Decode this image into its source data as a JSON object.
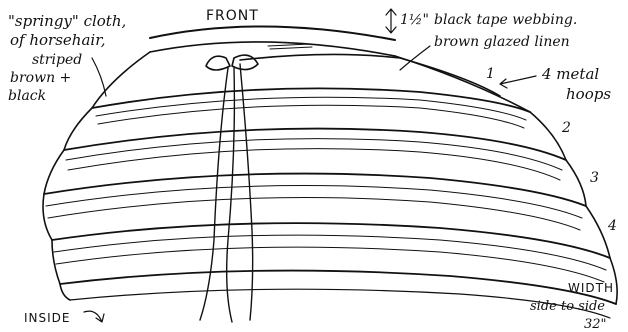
{
  "figure": {
    "subject": "bustle-petticoat-front-view"
  },
  "labels": {
    "front": "FRONT",
    "cloth_l1": "\"springy\" cloth,",
    "cloth_l2": "of horsehair,",
    "cloth_l3": "striped",
    "cloth_l4": "brown +",
    "cloth_l5": "black",
    "tape_measure": "1½\"",
    "tape_l1": "black tape webbing.",
    "tape_l2": "brown glazed linen",
    "hoop_count_l1": "4 metal",
    "hoop_count_l2": "hoops",
    "hoop_1": "1",
    "hoop_2": "2",
    "hoop_3": "3",
    "hoop_4": "4",
    "inside": "INSIDE",
    "width_l1": "WIDTH",
    "width_l2": "side to side",
    "width_l3": "32\""
  },
  "colors": {
    "ink": "#111111",
    "paper": "#ffffff"
  }
}
